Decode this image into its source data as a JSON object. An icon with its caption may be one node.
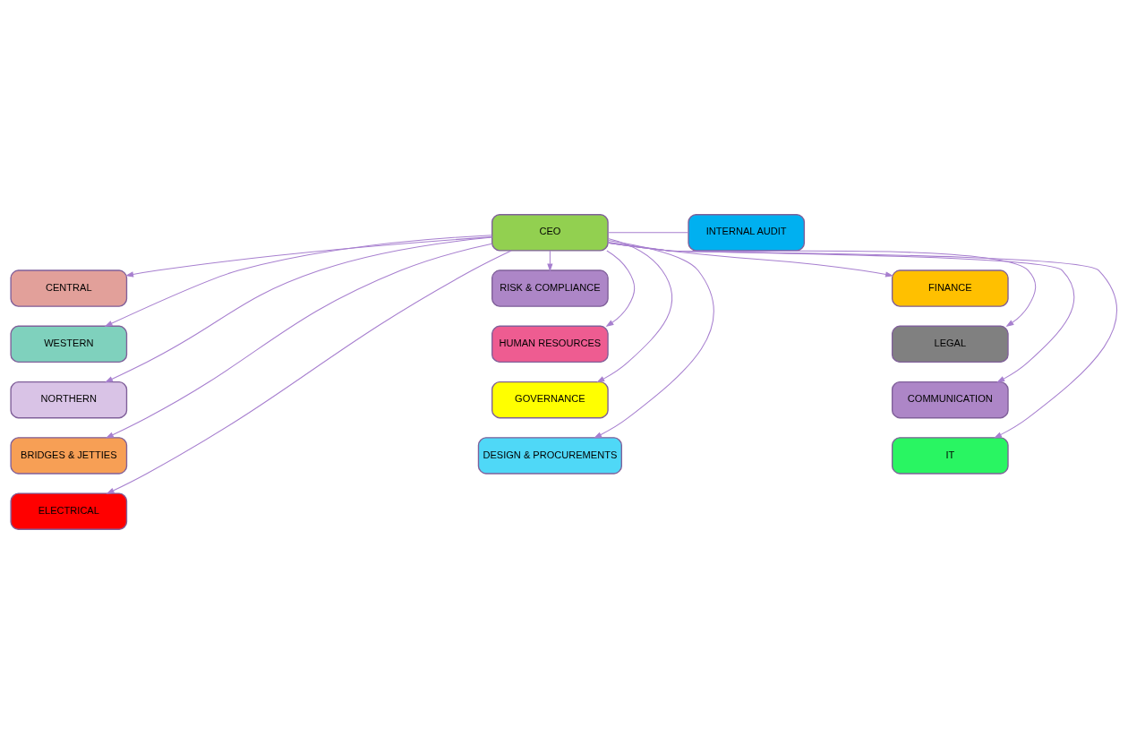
{
  "diagram": {
    "nodes": [
      {
        "text": [
          "CEO"
        ]
      },
      {
        "text": [
          "INTERNAL AUDIT"
        ]
      },
      {
        "text": [
          "CENTRAL"
        ]
      },
      {
        "text": [
          "WESTERN"
        ]
      },
      {
        "text": [
          "NORTHERN"
        ]
      },
      {
        "text": [
          "BRIDGES & JETTIES"
        ]
      },
      {
        "text": [
          "ELECTRICAL"
        ]
      },
      {
        "text": [
          "RISK & COMPLIANCE"
        ]
      },
      {
        "text": [
          "HUMAN RESOURCES"
        ]
      },
      {
        "text": [
          "GOVERNANCE"
        ]
      },
      {
        "text": [
          "DESIGN & PROCUREMENTS"
        ]
      },
      {
        "text": [
          "FINANCE"
        ]
      },
      {
        "text": [
          "LEGAL"
        ]
      },
      {
        "text": [
          "COMMUNICATION"
        ]
      },
      {
        "text": [
          "IT"
        ]
      }
    ],
    "edges": [
      {
        "from": 0,
        "to": 1,
        "arrow": "none"
      },
      {
        "from": 0,
        "to": 2,
        "arrow": "to"
      },
      {
        "from": 0,
        "to": 3,
        "arrow": "to"
      },
      {
        "from": 0,
        "to": 4,
        "arrow": "to"
      },
      {
        "from": 0,
        "to": 5,
        "arrow": "to"
      },
      {
        "from": 0,
        "to": 6,
        "arrow": "to"
      },
      {
        "from": 0,
        "to": 7,
        "arrow": "to"
      },
      {
        "from": 0,
        "to": 8,
        "arrow": "to"
      },
      {
        "from": 0,
        "to": 9,
        "arrow": "to"
      },
      {
        "from": 0,
        "to": 10,
        "arrow": "to"
      },
      {
        "from": 0,
        "to": 11,
        "arrow": "to"
      },
      {
        "from": 0,
        "to": 12,
        "arrow": "to"
      },
      {
        "from": 0,
        "to": 13,
        "arrow": "to"
      },
      {
        "from": 0,
        "to": 14,
        "arrow": "to"
      }
    ]
  }
}
